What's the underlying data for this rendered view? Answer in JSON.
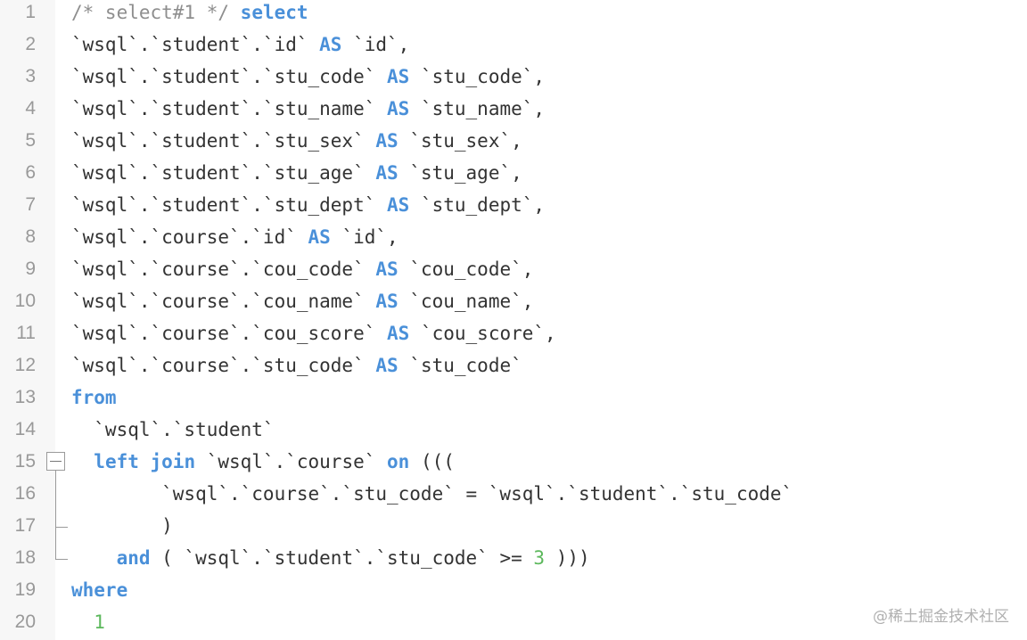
{
  "editor": {
    "lines": [
      {
        "num": "1",
        "tokens": [
          {
            "t": "/* select#1 */",
            "c": "cm"
          },
          {
            "t": " "
          },
          {
            "t": "select",
            "c": "kw"
          }
        ]
      },
      {
        "num": "2",
        "tokens": [
          {
            "t": "`wsql`.`student`.`id` "
          },
          {
            "t": "AS",
            "c": "kw"
          },
          {
            "t": " `id`,"
          }
        ]
      },
      {
        "num": "3",
        "tokens": [
          {
            "t": "`wsql`.`student`.`stu_code` "
          },
          {
            "t": "AS",
            "c": "kw"
          },
          {
            "t": " `stu_code`,"
          }
        ]
      },
      {
        "num": "4",
        "tokens": [
          {
            "t": "`wsql`.`student`.`stu_name` "
          },
          {
            "t": "AS",
            "c": "kw"
          },
          {
            "t": " `stu_name`,"
          }
        ]
      },
      {
        "num": "5",
        "tokens": [
          {
            "t": "`wsql`.`student`.`stu_sex` "
          },
          {
            "t": "AS",
            "c": "kw"
          },
          {
            "t": " `stu_sex`,"
          }
        ]
      },
      {
        "num": "6",
        "tokens": [
          {
            "t": "`wsql`.`student`.`stu_age` "
          },
          {
            "t": "AS",
            "c": "kw"
          },
          {
            "t": " `stu_age`,"
          }
        ]
      },
      {
        "num": "7",
        "tokens": [
          {
            "t": "`wsql`.`student`.`stu_dept` "
          },
          {
            "t": "AS",
            "c": "kw"
          },
          {
            "t": " `stu_dept`,"
          }
        ]
      },
      {
        "num": "8",
        "tokens": [
          {
            "t": "`wsql`.`course`.`id` "
          },
          {
            "t": "AS",
            "c": "kw"
          },
          {
            "t": " `id`,"
          }
        ]
      },
      {
        "num": "9",
        "tokens": [
          {
            "t": "`wsql`.`course`.`cou_code` "
          },
          {
            "t": "AS",
            "c": "kw"
          },
          {
            "t": " `cou_code`,"
          }
        ]
      },
      {
        "num": "10",
        "tokens": [
          {
            "t": "`wsql`.`course`.`cou_name` "
          },
          {
            "t": "AS",
            "c": "kw"
          },
          {
            "t": " `cou_name`,"
          }
        ]
      },
      {
        "num": "11",
        "tokens": [
          {
            "t": "`wsql`.`course`.`cou_score` "
          },
          {
            "t": "AS",
            "c": "kw"
          },
          {
            "t": " `cou_score`,"
          }
        ]
      },
      {
        "num": "12",
        "tokens": [
          {
            "t": "`wsql`.`course`.`stu_code` "
          },
          {
            "t": "AS",
            "c": "kw"
          },
          {
            "t": " `stu_code`"
          }
        ]
      },
      {
        "num": "13",
        "tokens": [
          {
            "t": "from",
            "c": "kw"
          }
        ]
      },
      {
        "num": "14",
        "tokens": [
          {
            "t": "  `wsql`.`student`"
          }
        ]
      },
      {
        "num": "15",
        "tokens": [
          {
            "t": "  "
          },
          {
            "t": "left join",
            "c": "kw"
          },
          {
            "t": " `wsql`.`course` "
          },
          {
            "t": "on",
            "c": "kw"
          },
          {
            "t": " ((("
          }
        ]
      },
      {
        "num": "16",
        "tokens": [
          {
            "t": "        `wsql`.`course`.`stu_code` = `wsql`.`student`.`stu_code`"
          }
        ]
      },
      {
        "num": "17",
        "tokens": [
          {
            "t": "        )"
          }
        ]
      },
      {
        "num": "18",
        "tokens": [
          {
            "t": "    "
          },
          {
            "t": "and",
            "c": "kw"
          },
          {
            "t": " ( `wsql`.`student`.`stu_code` >= "
          },
          {
            "t": "3",
            "c": "num"
          },
          {
            "t": " )))"
          }
        ]
      },
      {
        "num": "19",
        "tokens": [
          {
            "t": "where",
            "c": "kw"
          }
        ]
      },
      {
        "num": "20",
        "tokens": [
          {
            "t": "  "
          },
          {
            "t": "1",
            "c": "num"
          }
        ]
      }
    ]
  },
  "watermark": "@稀土掘金技术社区",
  "colors": {
    "keyword": "#4a90d9",
    "comment": "#8e8e8e",
    "number": "#5cb85c",
    "text": "#333333",
    "gutter": "#f7f7f7"
  }
}
